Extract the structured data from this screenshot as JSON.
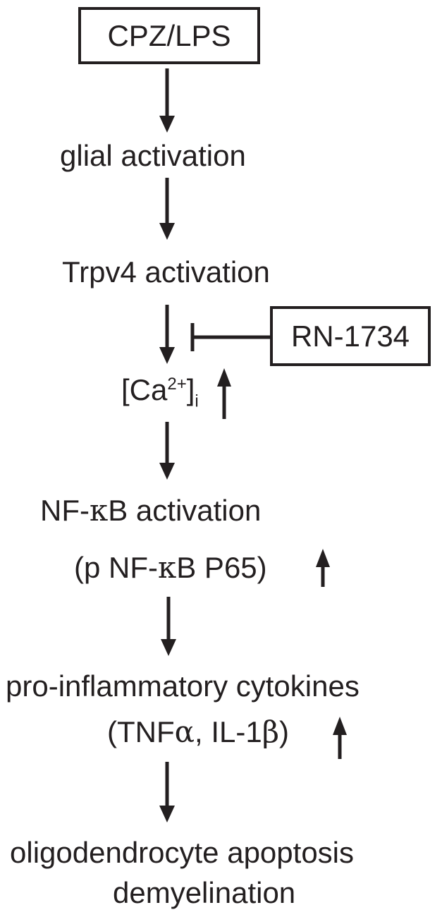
{
  "diagram": {
    "nodes": {
      "stimulus": "CPZ/LPS",
      "glial_activation": "glial activation",
      "trpv4_activation": "Trpv4 activation",
      "inhibitor": "RN-1734",
      "calcium": {
        "open_bracket": "[Ca",
        "superscript": "2+",
        "close_bracket": "]",
        "subscript": "i"
      },
      "nfkb_activation": {
        "prefix": "NF-",
        "kappa": "κ",
        "suffix": "B activation"
      },
      "p_nfkb": {
        "prefix": "(p NF-",
        "kappa": "κ",
        "suffix": "B P65)"
      },
      "cytokines": "pro-inflammatory cytokines",
      "cytokine_list": {
        "open": "(TNF",
        "alpha": "α",
        "middle": ", IL-1",
        "beta": "β",
        "close": ")"
      },
      "outcome_line1": "oligodendrocyte apoptosis",
      "outcome_line2": "demyelination"
    },
    "colors": {
      "ink": "#231f20",
      "background": "#ffffff"
    }
  }
}
